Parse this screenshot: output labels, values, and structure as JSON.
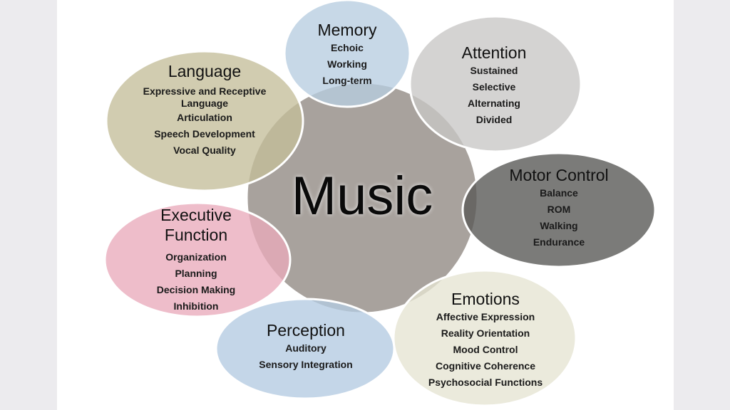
{
  "center": {
    "label": "Music",
    "color": "#a8a29d"
  },
  "nodes": [
    {
      "id": "memory",
      "title": "Memory",
      "items": [
        "Echoic",
        "Working",
        "Long-term"
      ],
      "color": "#b7cde0"
    },
    {
      "id": "attention",
      "title": "Attention",
      "items": [
        "Sustained",
        "Selective",
        "Alternating",
        "Divided"
      ],
      "color": "#c8c7c5"
    },
    {
      "id": "language",
      "title": "Language",
      "items": [
        "Expressive and Receptive Language",
        "Articulation",
        "Speech Development",
        "Vocal Quality"
      ],
      "color": "#c4be9a"
    },
    {
      "id": "motor",
      "title": "Motor Control",
      "items": [
        "Balance",
        "ROM",
        "Walking",
        "Endurance"
      ],
      "color": "#5a5a58"
    },
    {
      "id": "executive",
      "title": "Executive Function",
      "items": [
        "Organization",
        "Planning",
        "Decision Making",
        "Inhibition"
      ],
      "color": "#e9aabb"
    },
    {
      "id": "perception",
      "title": "Perception",
      "items": [
        "Auditory",
        "Sensory Integration"
      ],
      "color": "#b3cbe1"
    },
    {
      "id": "emotions",
      "title": "Emotions",
      "items": [
        "Affective Expression",
        "Reality Orientation",
        "Mood Control",
        "Cognitive Coherence",
        "Psychosocial Functions"
      ],
      "color": "#e5e4d2"
    }
  ]
}
